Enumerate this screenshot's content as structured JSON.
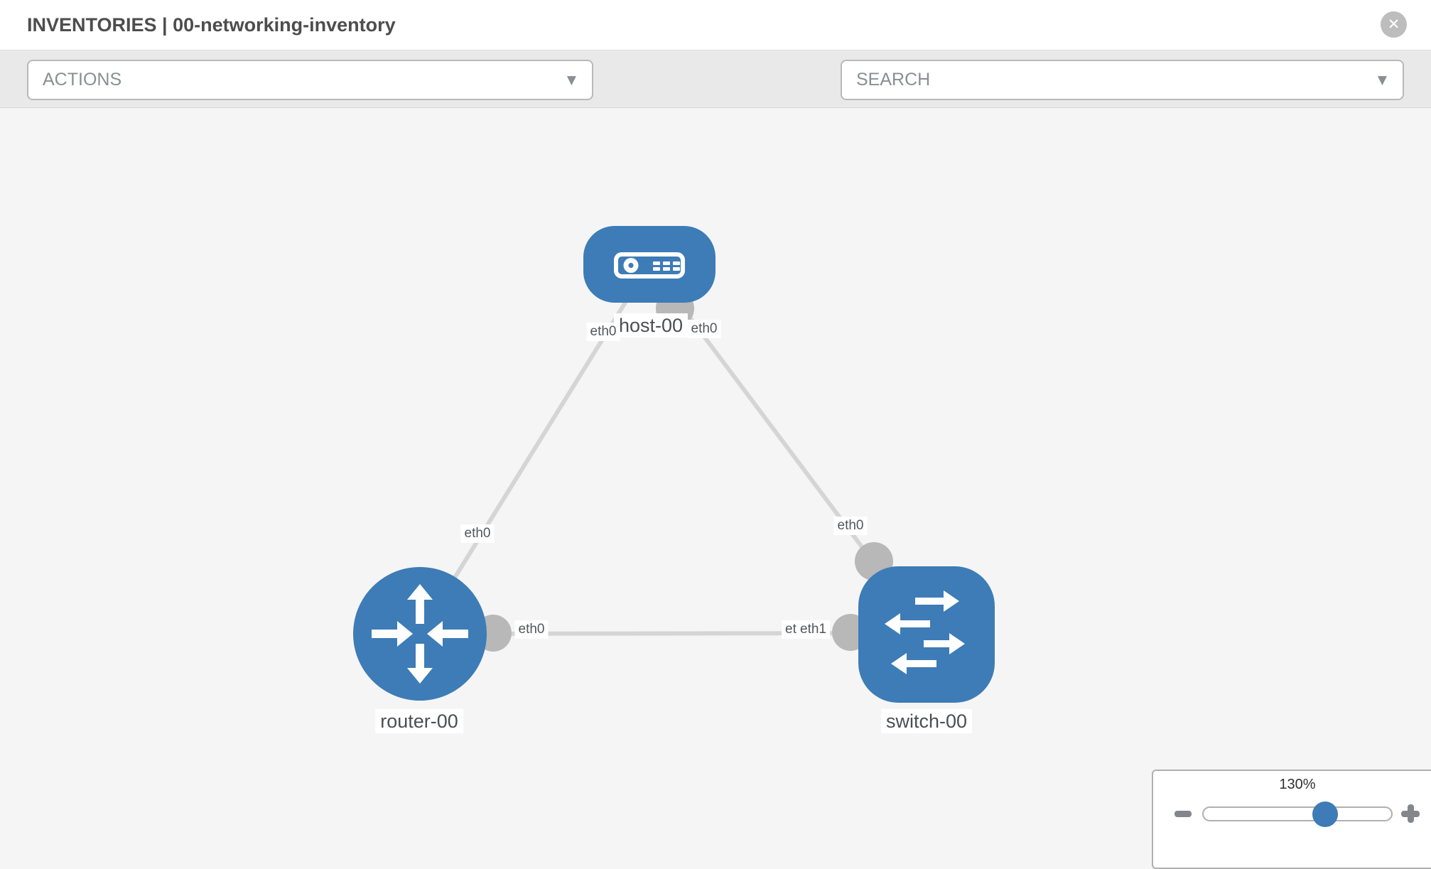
{
  "header": {
    "title": "INVENTORIES | 00-networking-inventory"
  },
  "toolbar": {
    "actions_label": "ACTIONS",
    "search_placeholder": "SEARCH"
  },
  "icons": {
    "close": "✕",
    "dropdown_caret": "▼",
    "wrench": "wrench-icon",
    "key": "key-icon",
    "zoom_out": "minus",
    "zoom_in": "plus"
  },
  "graph": {
    "nodes": [
      {
        "id": "host-00",
        "label": "host-00",
        "type": "host"
      },
      {
        "id": "router-00",
        "label": "router-00",
        "type": "router"
      },
      {
        "id": "switch-00",
        "label": "switch-00",
        "type": "switch"
      }
    ],
    "links": [
      {
        "from": "host-00",
        "to": "router-00"
      },
      {
        "from": "host-00",
        "to": "switch-00"
      },
      {
        "from": "router-00",
        "to": "switch-00"
      }
    ],
    "interface_labels": {
      "host_left": "eth0",
      "host_right": "eth0",
      "host_router_mid": "eth0",
      "host_switch_mid": "eth0",
      "router_right": "eth0",
      "switch_left_back": "eth0",
      "switch_left_front": "eth1"
    }
  },
  "zoom_control": {
    "value": "130%"
  },
  "colors": {
    "node_blue": "#3d7cb6",
    "link_gray": "#d5d5d5",
    "interface_gray": "#b8b8b8",
    "toolbar_bg": "#e9e9e9",
    "canvas_bg": "#f5f5f6"
  }
}
